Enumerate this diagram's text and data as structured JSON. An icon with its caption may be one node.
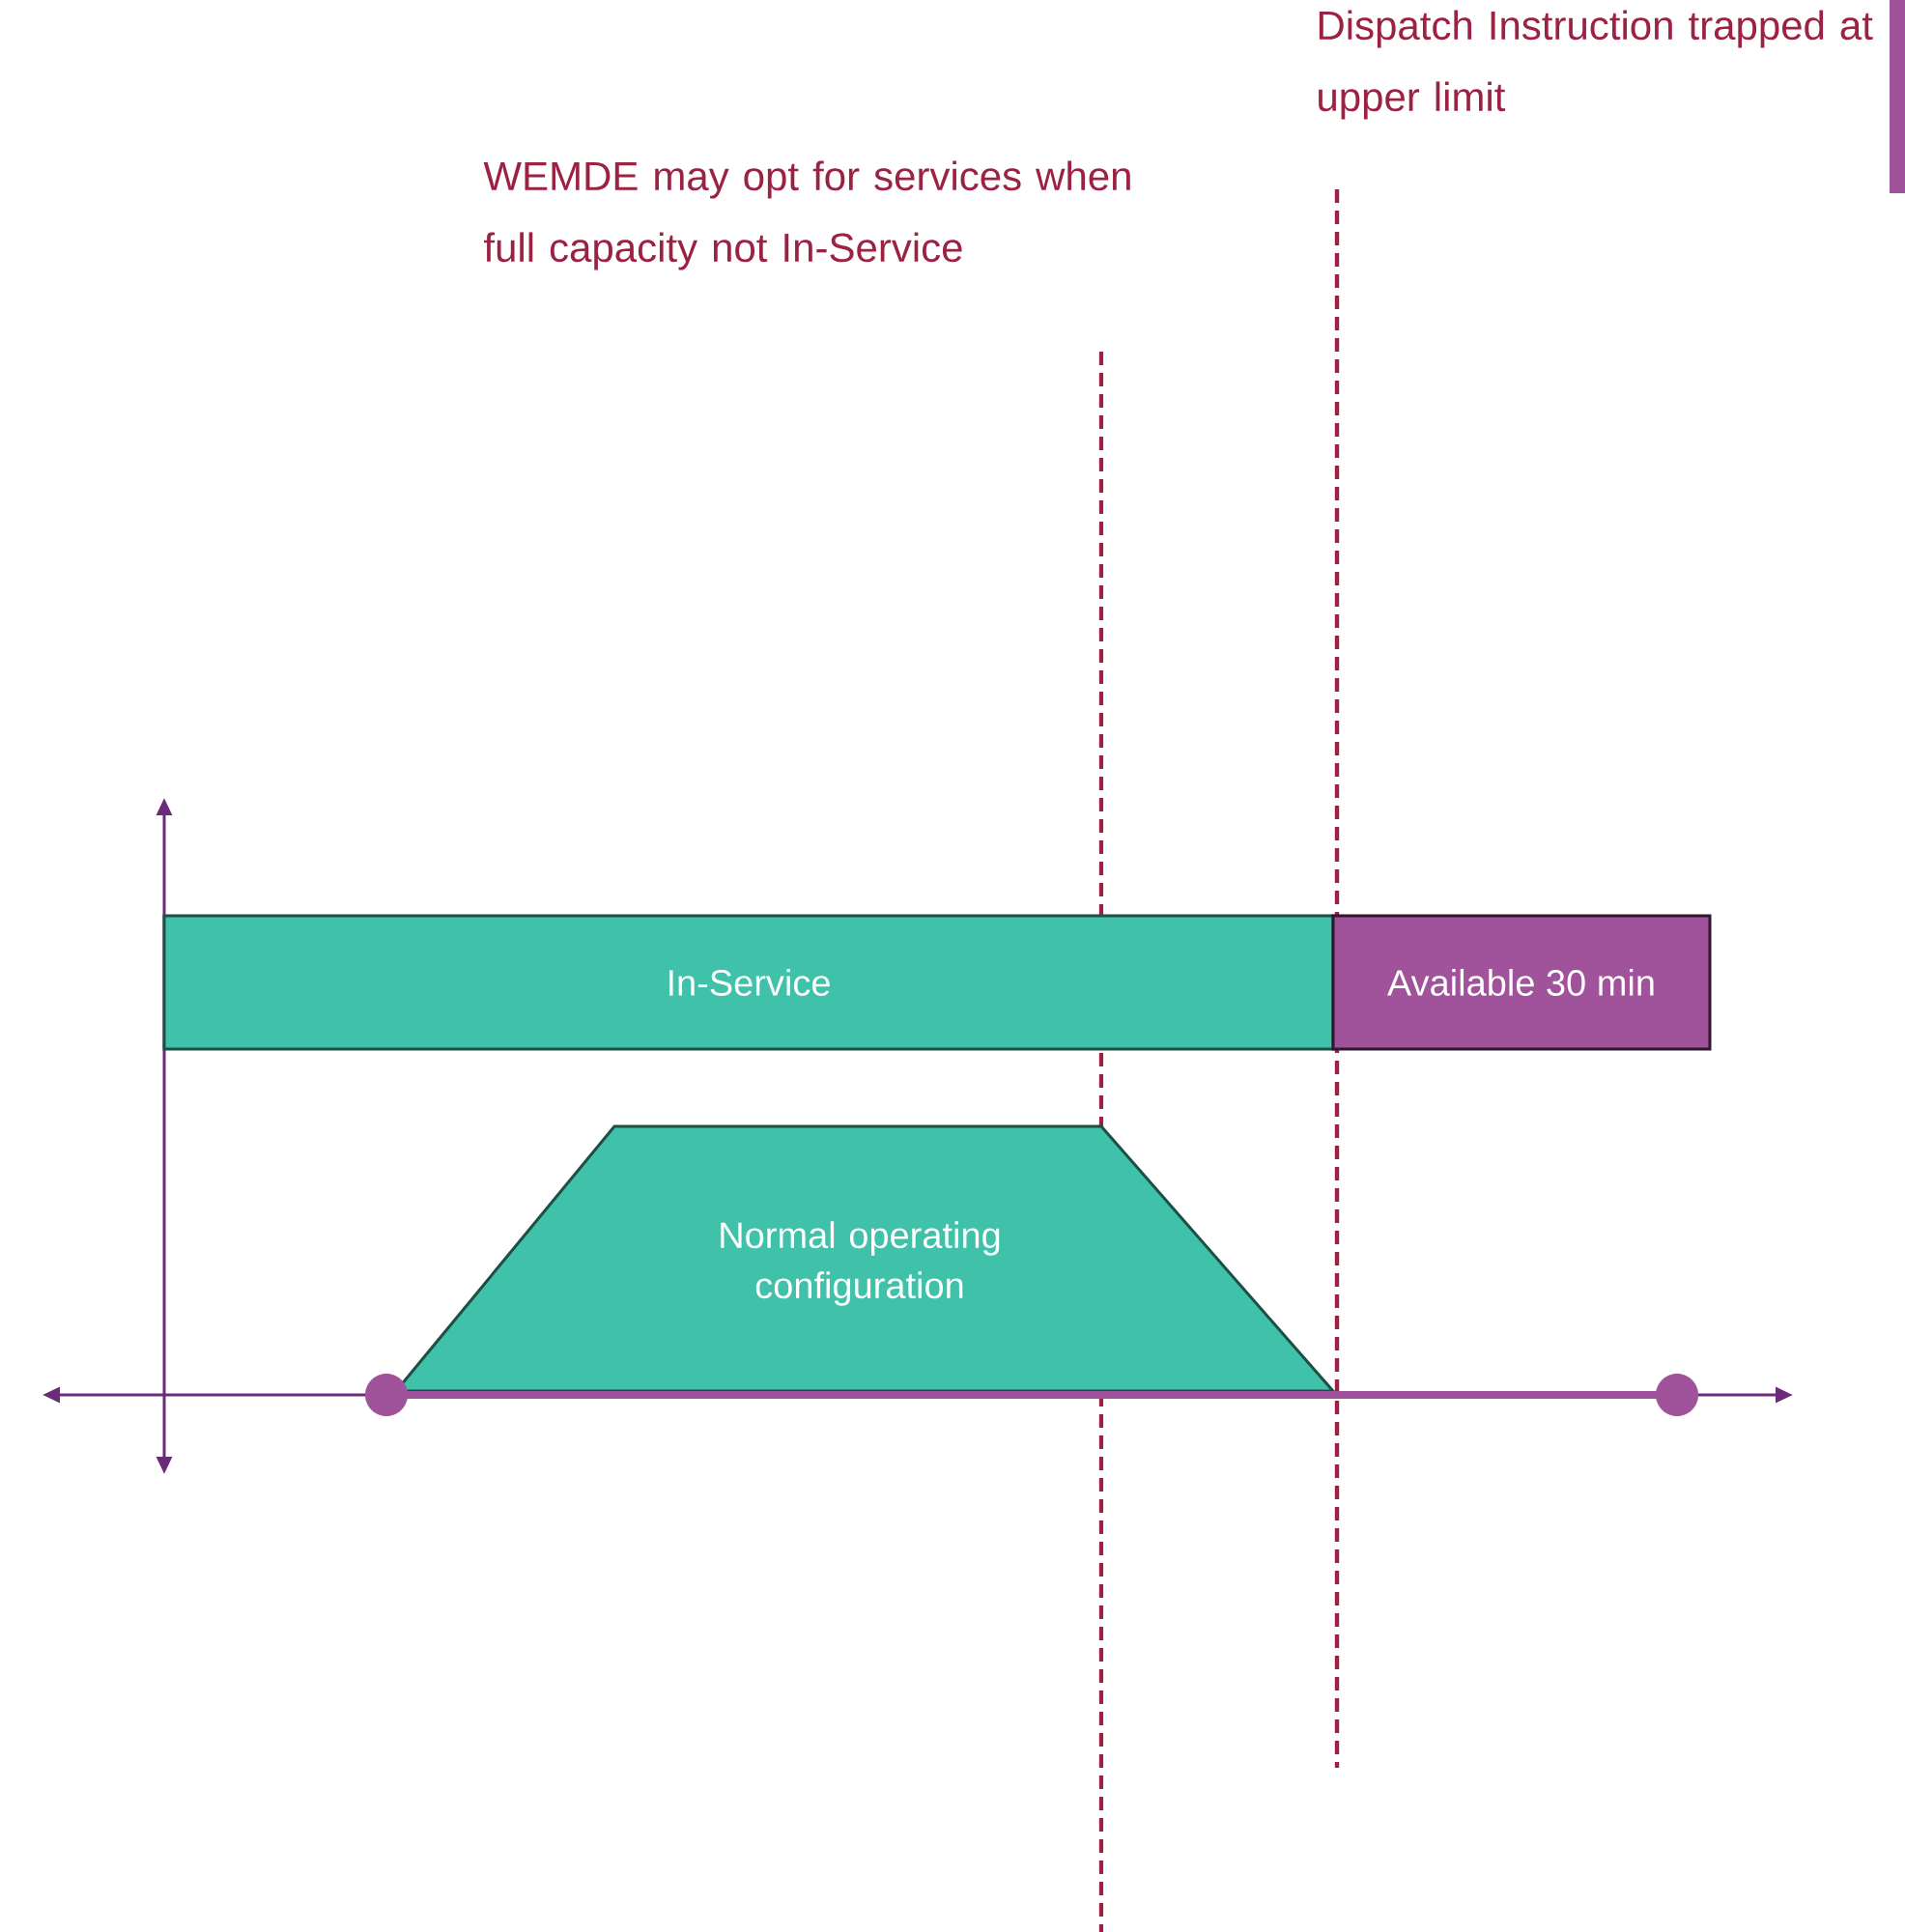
{
  "diagram": {
    "nodes": [
      {
        "text": [
          "In-Service"
        ]
      },
      {
        "text": [
          "Available 30 min"
        ]
      },
      {
        "text": [
          "Normal operating configuration"
        ]
      }
    ],
    "labels": [
      "Dispatch Instruction trapped at upper limit",
      "WEMDE may opt for services when full capacity not In-Service"
    ]
  }
}
